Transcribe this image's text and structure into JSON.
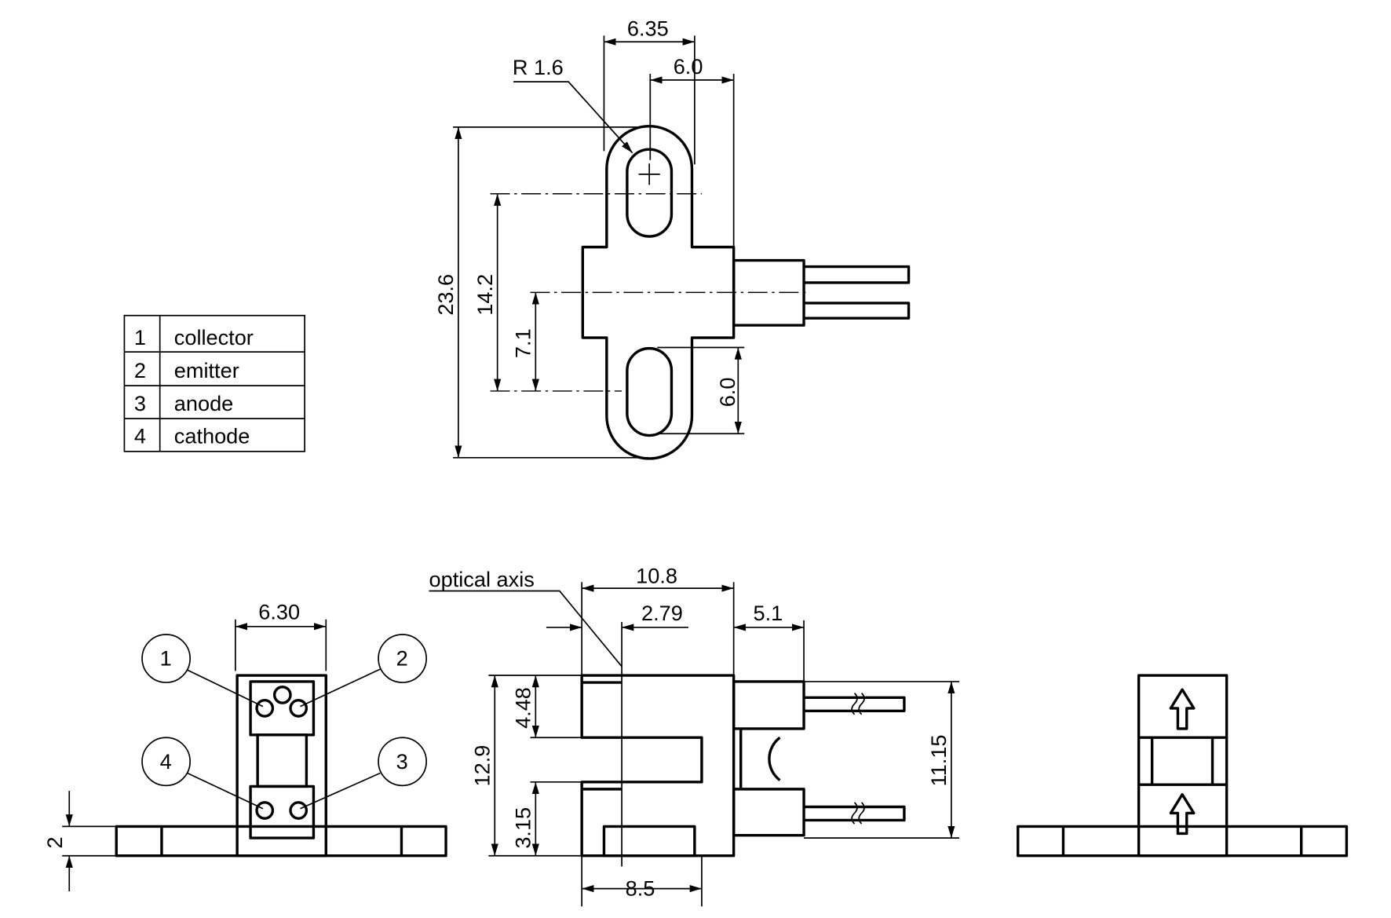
{
  "pin_table": [
    {
      "num": "1",
      "name": "collector"
    },
    {
      "num": "2",
      "name": "emitter"
    },
    {
      "num": "3",
      "name": "anode"
    },
    {
      "num": "4",
      "name": "cathode"
    }
  ],
  "top_view": {
    "d_635": "6.35",
    "d_60_top": "6.0",
    "radius": "R 1.6",
    "d_236": "23.6",
    "d_142": "14.2",
    "d_71": "7.1",
    "d_60_side": "6.0"
  },
  "front_view": {
    "d_630": "6.30",
    "d_2": "2",
    "callouts": [
      "1",
      "2",
      "4",
      "3"
    ]
  },
  "side_view": {
    "optical_axis": "optical axis",
    "d_108": "10.8",
    "d_279": "2.79",
    "d_51": "5.1",
    "d_129": "12.9",
    "d_448": "4.48",
    "d_315": "3.15",
    "d_1115": "11.15",
    "d_85": "8.5"
  },
  "colors": {
    "line": "#000000",
    "background": "#ffffff"
  }
}
